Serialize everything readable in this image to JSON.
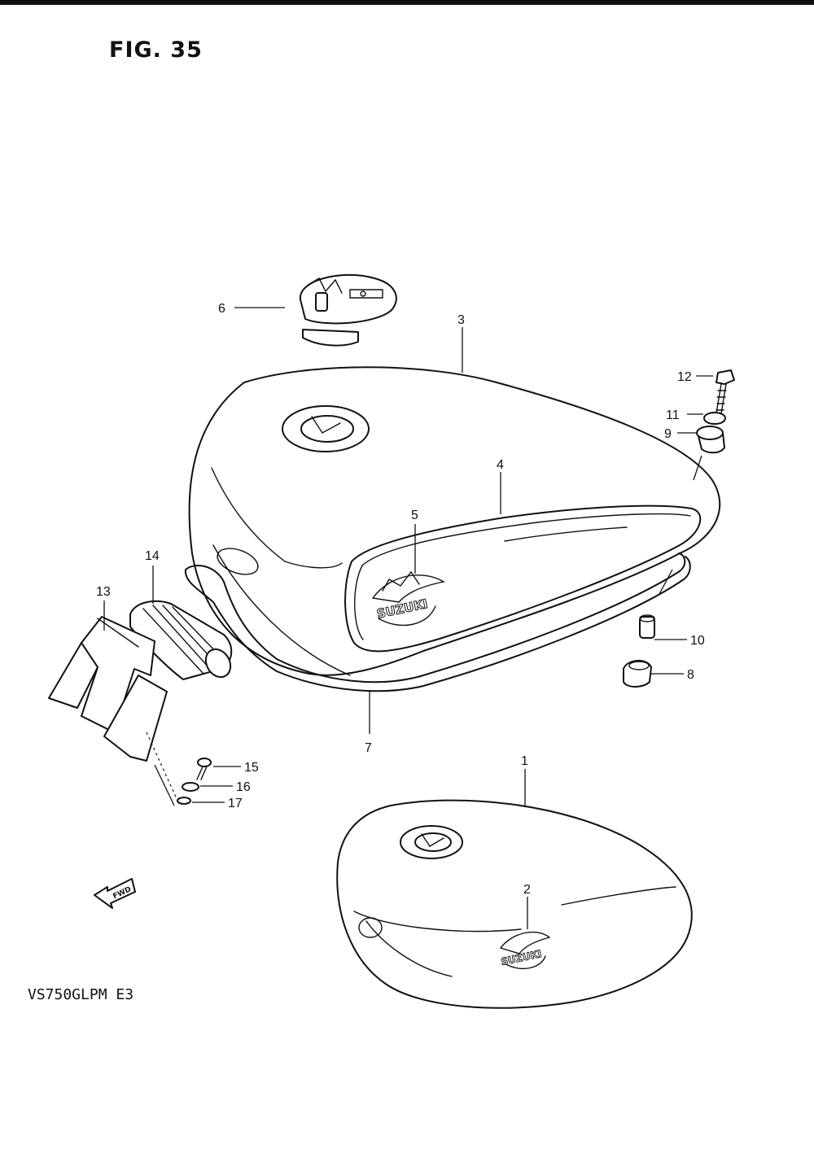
{
  "figure": {
    "title": "FIG. 35",
    "model_code": "VS750GLPM E3"
  },
  "emblem_text": "SUZUKI",
  "fwd_label": "FWD",
  "callouts": [
    {
      "id": "c1",
      "label": "1"
    },
    {
      "id": "c2",
      "label": "2"
    },
    {
      "id": "c3",
      "label": "3"
    },
    {
      "id": "c4",
      "label": "4"
    },
    {
      "id": "c5",
      "label": "5"
    },
    {
      "id": "c6",
      "label": "6"
    },
    {
      "id": "c7",
      "label": "7"
    },
    {
      "id": "c8",
      "label": "8"
    },
    {
      "id": "c9",
      "label": "9"
    },
    {
      "id": "c10",
      "label": "10"
    },
    {
      "id": "c11",
      "label": "11"
    },
    {
      "id": "c12",
      "label": "12"
    },
    {
      "id": "c13",
      "label": "13"
    },
    {
      "id": "c14",
      "label": "14"
    },
    {
      "id": "c15",
      "label": "15"
    },
    {
      "id": "c16",
      "label": "16"
    },
    {
      "id": "c17",
      "label": "17"
    }
  ],
  "colors": {
    "ink": "#111111",
    "paper": "#ffffff"
  }
}
